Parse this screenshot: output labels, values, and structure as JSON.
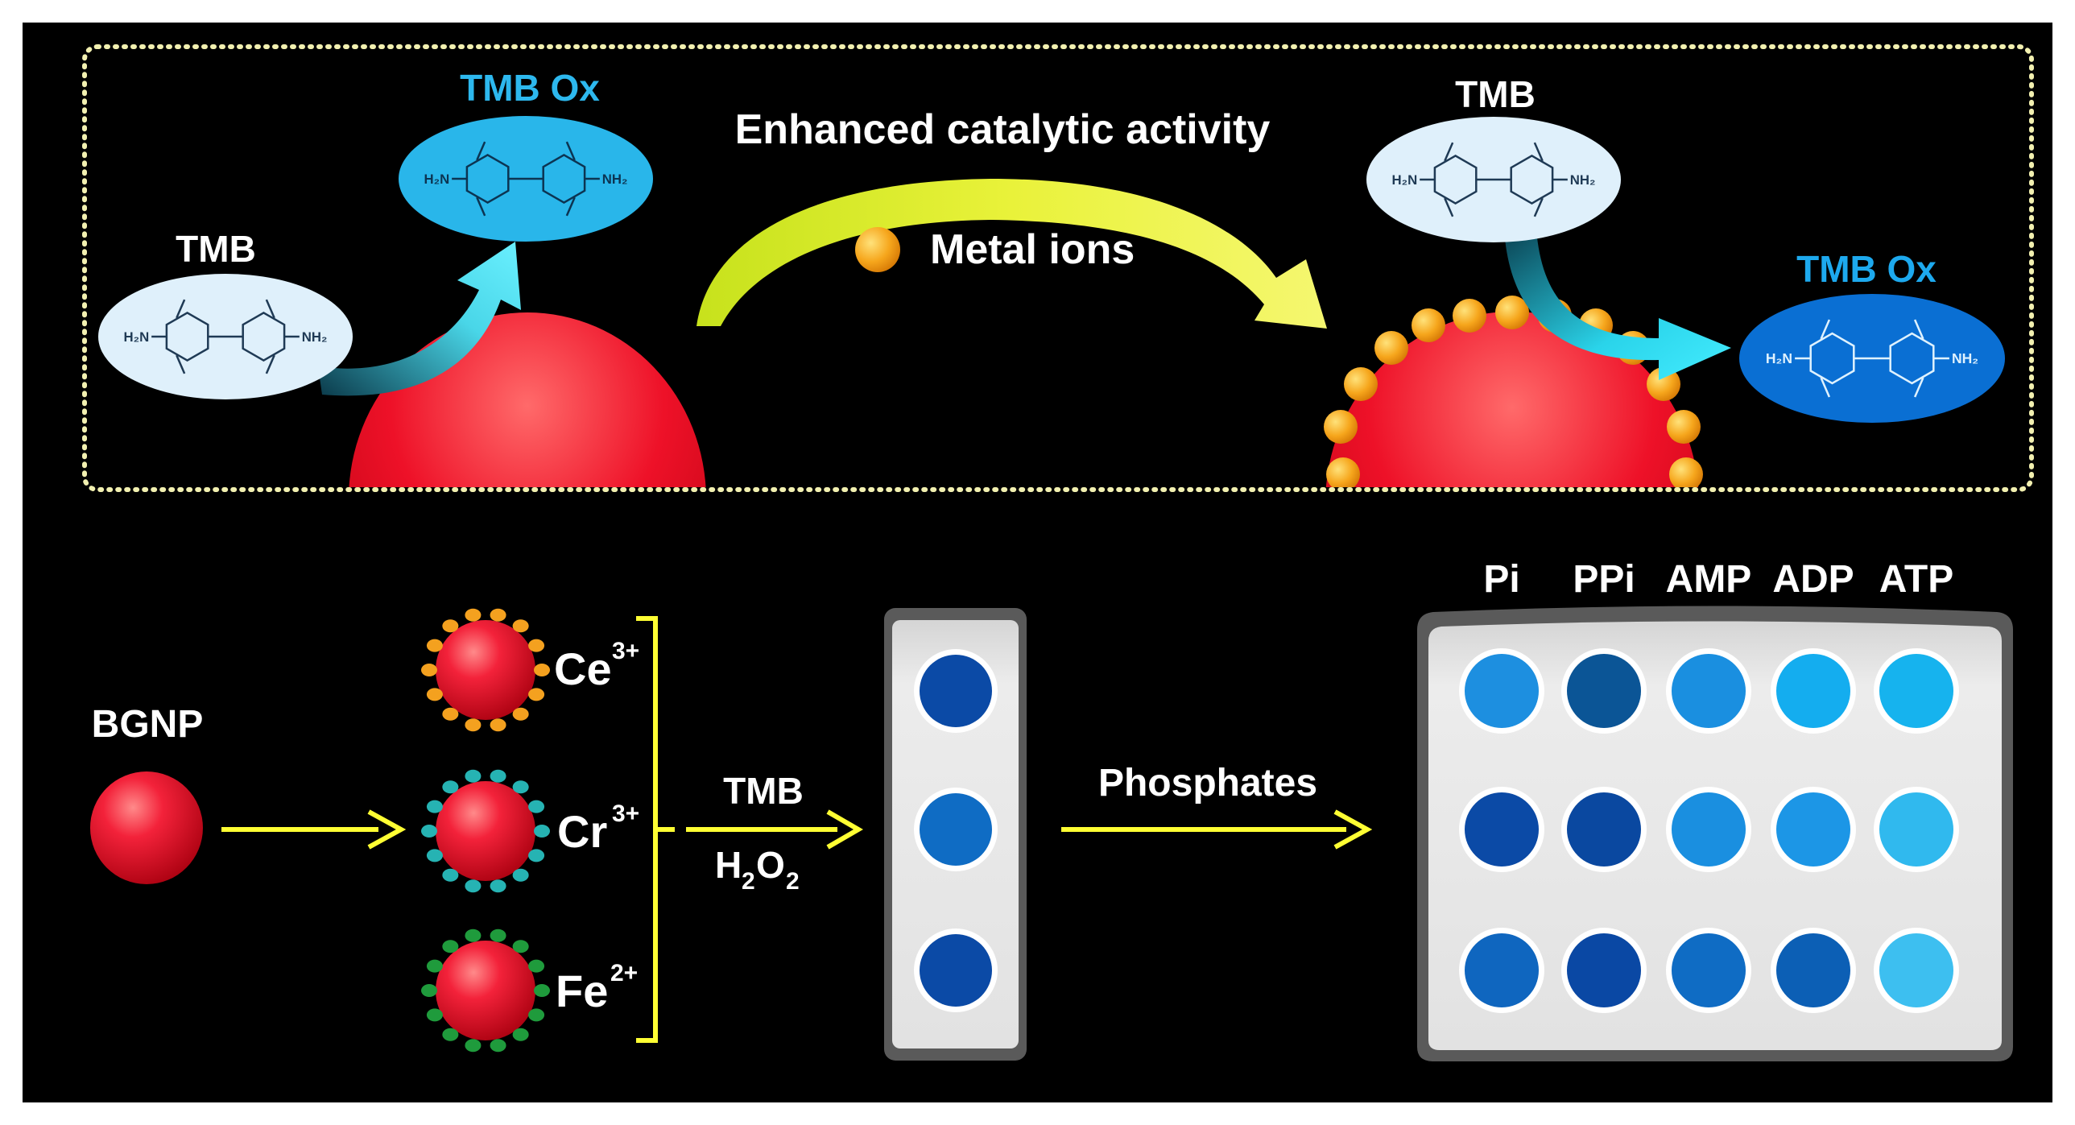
{
  "top": {
    "title": "Enhanced catalytic activity",
    "metal_ions_label": "Metal ions",
    "left_tmb": "TMB",
    "left_tmb_ox": "TMB Ox",
    "right_tmb": "TMB",
    "right_tmb_ox": "TMB Ox",
    "mol_h2n": "H₂N",
    "mol_nh2": "NH₂"
  },
  "bottom": {
    "bgnp_label": "BGNP",
    "ions": [
      {
        "symbol": "Ce",
        "charge": "3+",
        "color": "#f4a11f"
      },
      {
        "symbol": "Cr",
        "charge": "3+",
        "color": "#26b3b3"
      },
      {
        "symbol": "Fe",
        "charge": "2+",
        "color": "#1f9b3c"
      }
    ],
    "reagent_top": "TMB",
    "reagent_bottom_main": "H",
    "reagent_bottom_sub1": "2",
    "reagent_bottom_o": "O",
    "reagent_bottom_sub2": "2",
    "phosphates_label": "Phosphates",
    "columns": [
      "Pi",
      "PPi",
      "AMP",
      "ADP",
      "ATP"
    ],
    "strip_wells": [
      "#0b4aa6",
      "#0f6cc4",
      "#0b4aa6"
    ],
    "plate_wells": [
      [
        "#1d8fe0",
        "#0b5596",
        "#1a8fe0",
        "#14adef",
        "#16b3ee"
      ],
      [
        "#0b4aa6",
        "#0a48a0",
        "#1a8fe0",
        "#1c96e6",
        "#30b9ee"
      ],
      [
        "#0f66bf",
        "#0a48a4",
        "#0f6cc4",
        "#0c5fb5",
        "#3dbff0"
      ]
    ]
  },
  "colors": {
    "background": "#000000",
    "arrow_yellow": "#ffff33",
    "dotted_border": "#f2f0b0",
    "nanoparticle_red": "#e8001c",
    "tmb_ox_light": "#29b6ea",
    "tmb_ox_dark": "#0a6fd3",
    "plate_gray": "#e6e6e6"
  }
}
